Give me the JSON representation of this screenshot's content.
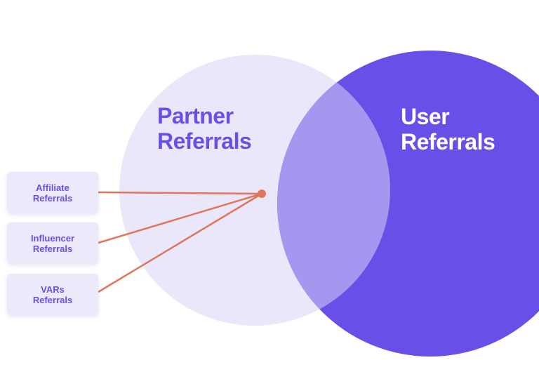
{
  "colors": {
    "partner_circle": "#ebe7fb",
    "user_circle": "#6750e8",
    "overlap": "#a796ef",
    "connector": "#e0775a",
    "label_purple": "#6a4fe6",
    "box_bg": "#ece9fb"
  },
  "circles": {
    "partner": {
      "line1": "Partner",
      "line2": "Referrals"
    },
    "user": {
      "line1": "User",
      "line2": "Referrals"
    }
  },
  "boxes": [
    {
      "line1": "Affiliate",
      "line2": "Referrals"
    },
    {
      "line1": "Influencer",
      "line2": "Referrals"
    },
    {
      "line1": "VARs",
      "line2": "Referrals"
    }
  ]
}
